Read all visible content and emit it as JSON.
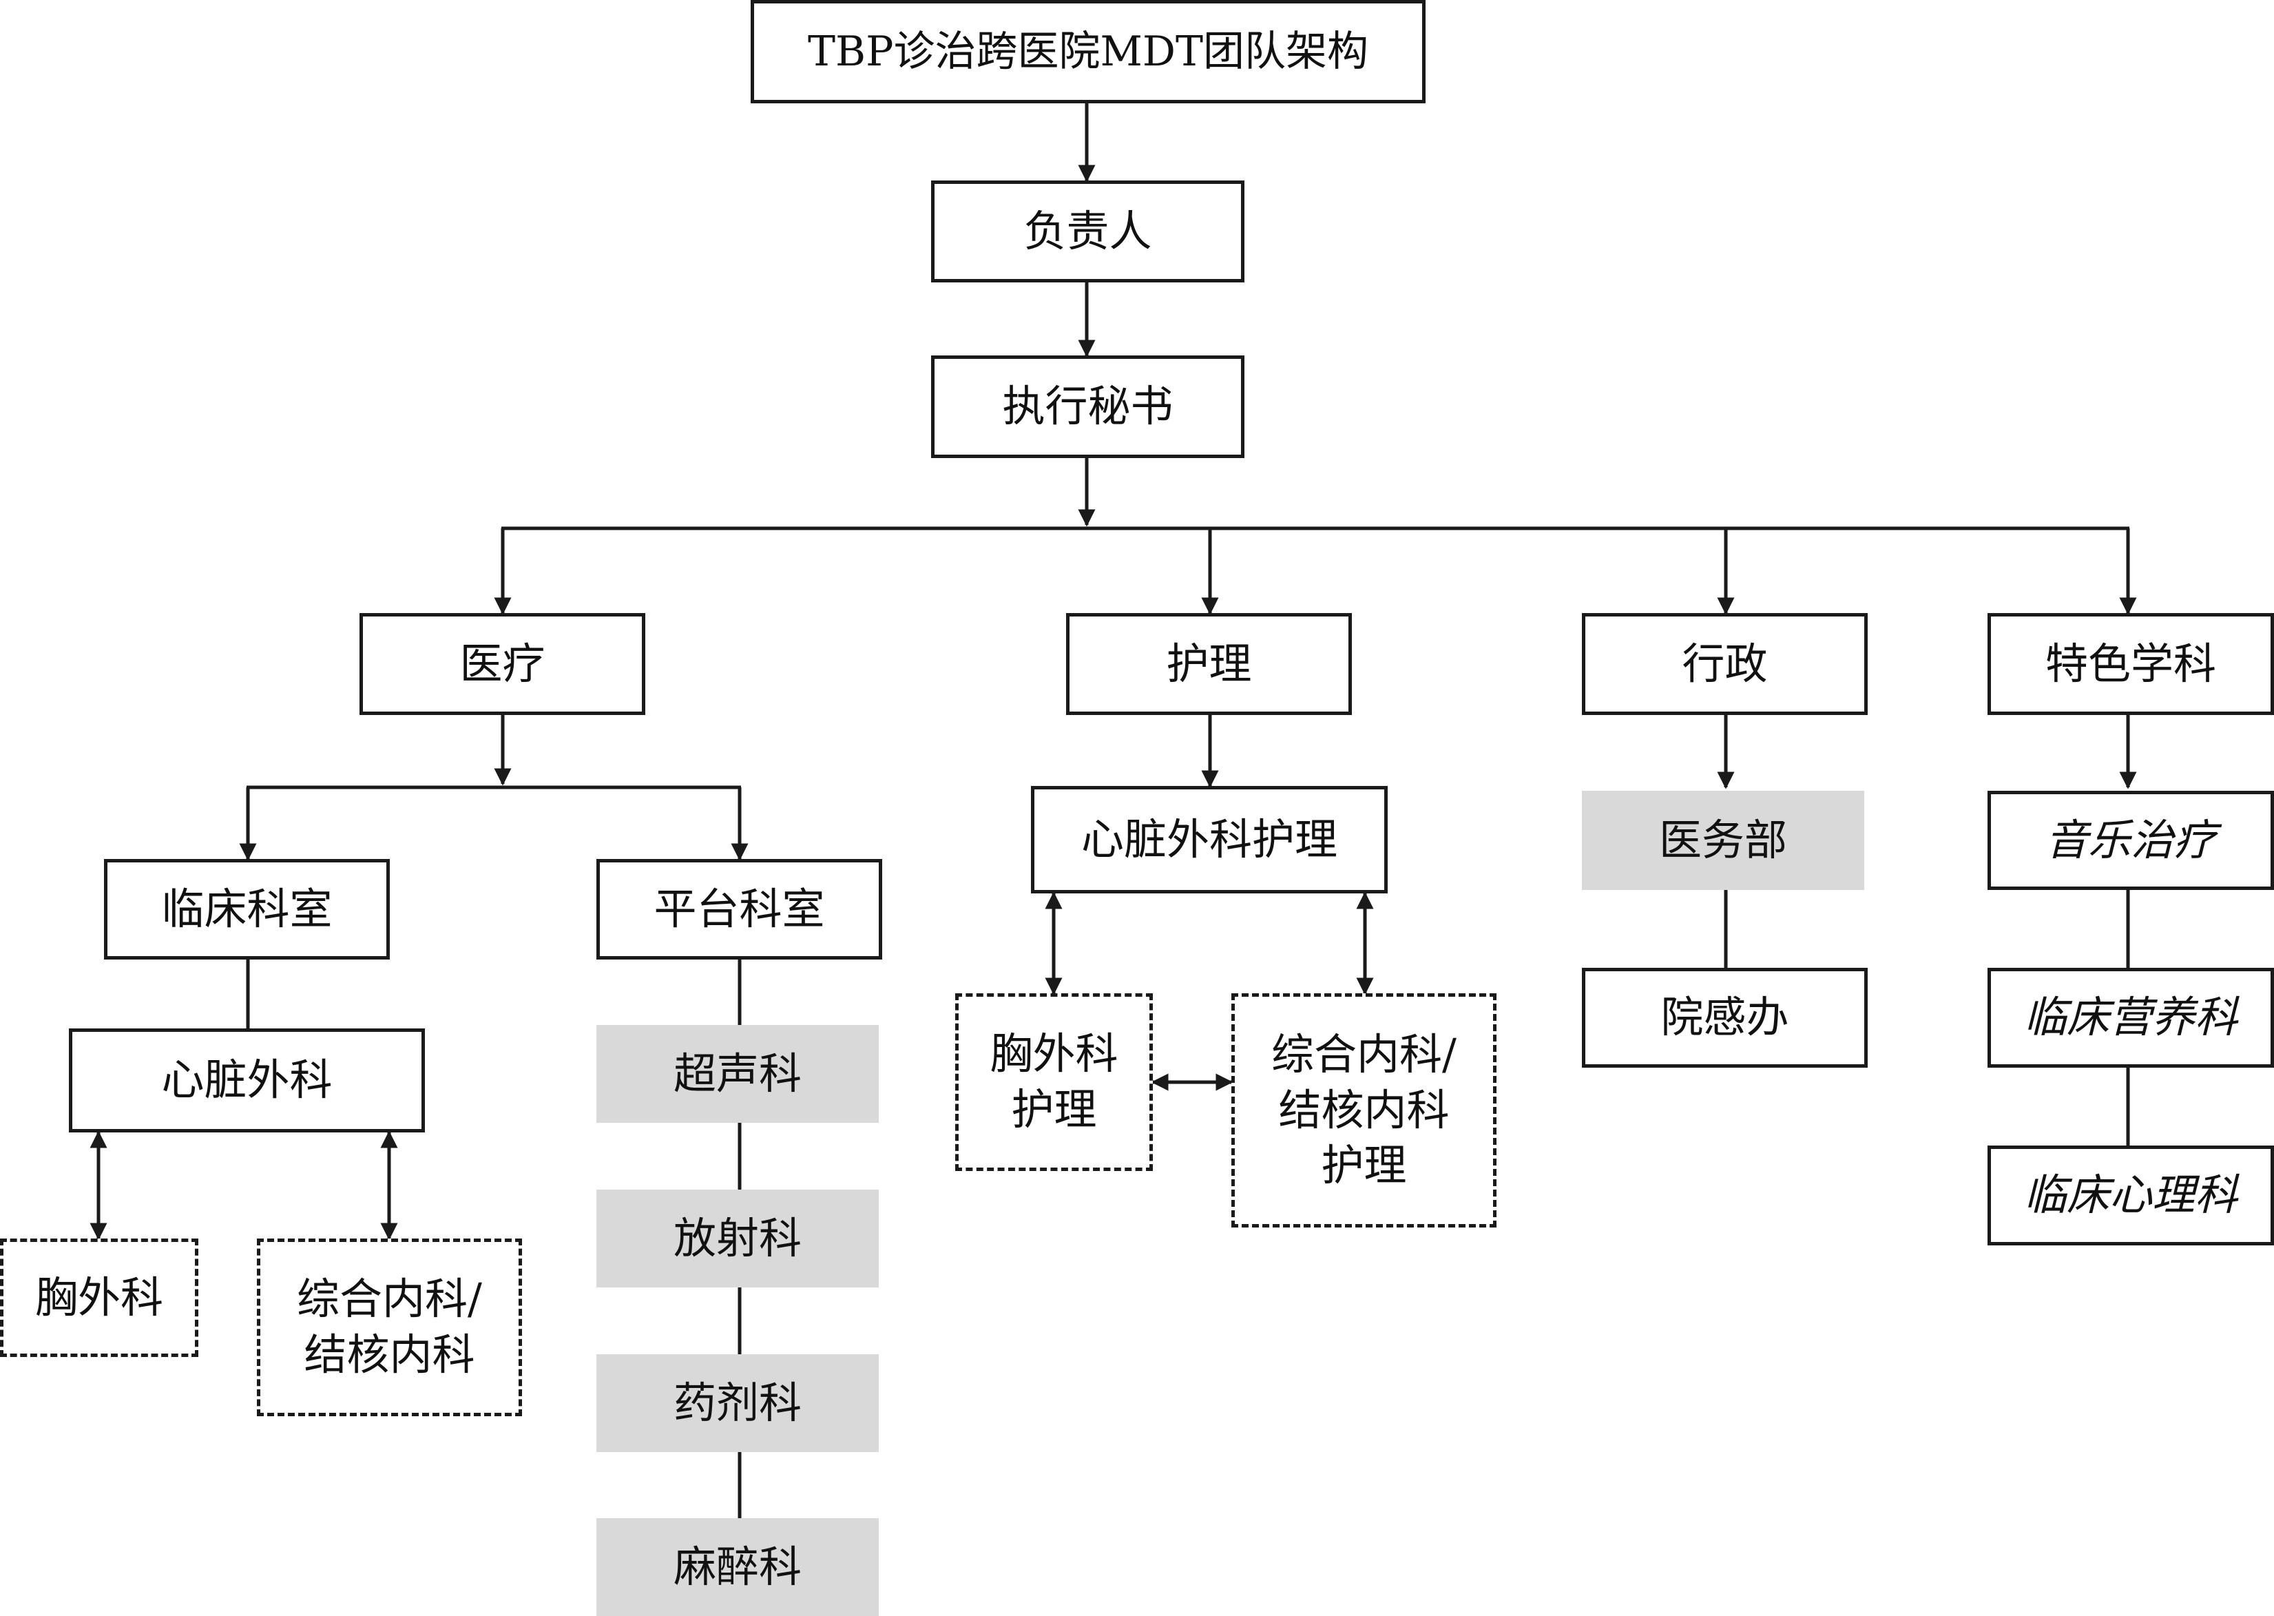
{
  "title": "TBP诊治跨医院MDT团队架构",
  "leader": "负责人",
  "secretary": "执行秘书",
  "branches": {
    "medical": "医疗",
    "nursing": "护理",
    "admin": "行政",
    "special": "特色学科"
  },
  "medical": {
    "clinical_dept": "临床科室",
    "platform_dept": "平台科室",
    "cardiac_surgery": "心脏外科",
    "thoracic_surgery": "胸外科",
    "internal_tb": "综合内科/\n结核内科",
    "platform_items": [
      "超声科",
      "放射科",
      "药剂科",
      "麻醉科"
    ]
  },
  "nursing": {
    "cardiac_nursing": "心脏外科护理",
    "thoracic_nursing": "胸外科\n护理",
    "internal_tb_nursing": "综合内科/\n结核内科\n护理"
  },
  "admin": {
    "medical_affairs": "医务部",
    "infection_control": "院感办"
  },
  "special": {
    "items": [
      "音乐治疗",
      "临床营养科",
      "临床心理科"
    ]
  },
  "colors": {
    "line": "#1a1a1a",
    "gray_fill": "#d9d9d9"
  }
}
